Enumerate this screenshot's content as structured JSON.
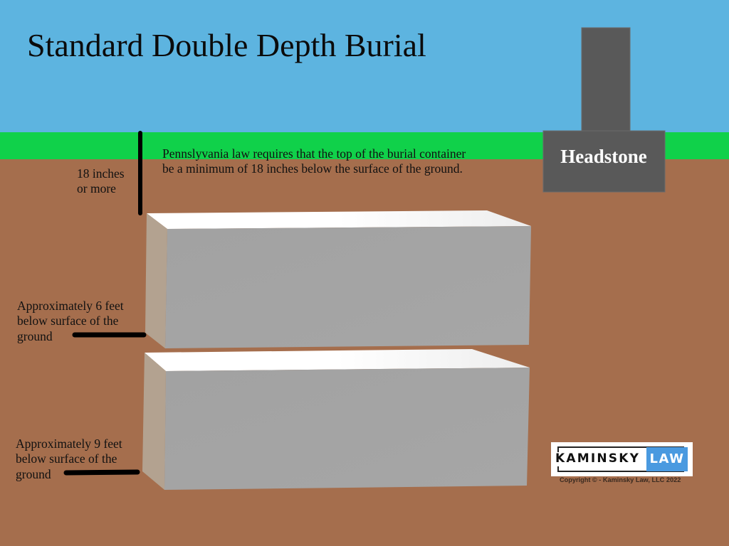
{
  "title": "Standard Double Depth Burial",
  "colors": {
    "sky": "#5db4e0",
    "grass": "#10d14a",
    "soil": "#a56e4d",
    "headstone": "#595959",
    "container_front": "#a3a3a3",
    "container_top": "#ffffff",
    "container_side": "#b3a290",
    "marker": "#000000",
    "logo_accent": "#4a9ae0"
  },
  "annotations": {
    "law_note": "Pennslyvania law requires that the top of the burial container\nbe a minimum of 18 inches below the surface of the ground.",
    "depth_18": "18 inches\nor more",
    "depth_6": "Approximately 6 feet\nbelow surface of the\nground",
    "depth_9": "Approximately 9 feet\nbelow surface of the\nground"
  },
  "headstone": {
    "label": "Headstone"
  },
  "containers": [
    {
      "name": "upper-burial-container",
      "depth": "Approximately 6 feet"
    },
    {
      "name": "lower-burial-container",
      "depth": "Approximately 9 feet"
    }
  ],
  "logo": {
    "name": "KAMINSKY",
    "law": "LAW",
    "copyright": "Copyright © - Kaminsky Law, LLC 2022"
  }
}
